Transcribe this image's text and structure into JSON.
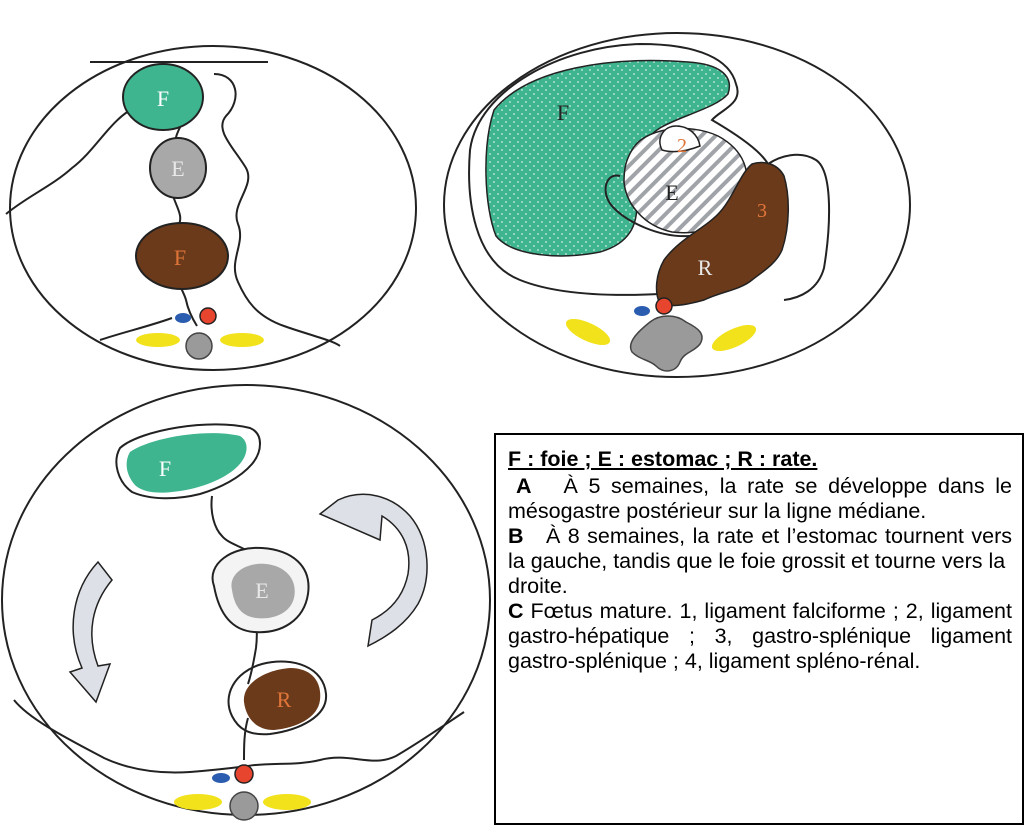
{
  "diagram": {
    "panel_a_labels": [
      "F",
      "E",
      "F"
    ],
    "panel_b_labels": [
      "F",
      "E",
      "R",
      "3",
      "2"
    ],
    "panel_c_labels": [
      "F",
      "E",
      "R"
    ],
    "colors": {
      "liver": "#3fb58f",
      "stomach": "#a8a8a8",
      "spleen": "#6b3a1a",
      "aorta": "#e8452e",
      "vein": "#2a5db0",
      "kidney": "#f2e21b",
      "vertebra": "#8e8e8e",
      "label": "#e0753a"
    }
  },
  "legend": {
    "title": "F : foie ; E : estomac ; R : rate.",
    "items": [
      {
        "key": "A",
        "text": "À 5 semaines, la rate se développe dans le mésogastre postérieur sur la ligne médiane."
      },
      {
        "key": "B",
        "text": "À 8 semaines, la rate et l’estomac tournent vers la gauche, tandis que le foie grossit et tourne vers la"
      },
      {
        "key": "",
        "text": "droite."
      },
      {
        "key": "C",
        "text": "Fœtus mature. 1, ligament falciforme ; 2, ligament gastro-hépatique ; 3, gastro-splénique ligament gastro-splénique ; 4, ligament spléno-rénal."
      }
    ]
  }
}
